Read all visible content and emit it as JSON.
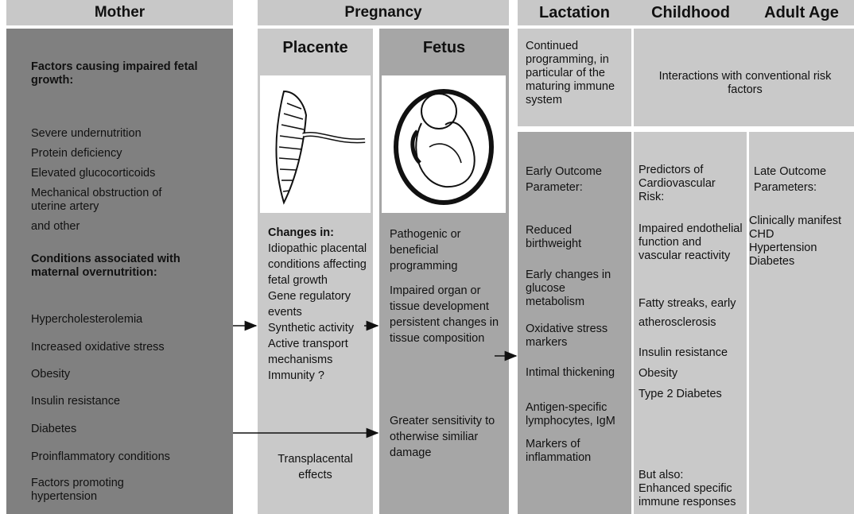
{
  "headers": {
    "mother": "Mother",
    "pregnancy": "Pregnancy",
    "lactation": "Lactation",
    "childhood": "Childhood",
    "adult": "Adult Age"
  },
  "mother": {
    "title1": "Factors causing impaired fetal growth:",
    "list1": [
      "Severe undernutrition",
      "Protein deficiency",
      "Elevated glucocorticoids",
      "Mechanical obstruction of uterine artery",
      "and other"
    ],
    "title2": "Conditions associated with maternal overnutrition:",
    "list2": [
      "Hypercholesterolemia",
      "Increased oxidative stress",
      "Obesity",
      "Insulin resistance",
      "Diabetes",
      "Proinflammatory conditions",
      "Factors promoting hypertension"
    ]
  },
  "placenta": {
    "title": "Placente",
    "changes_title": "Changes in:",
    "changes": "Idiopathic placental conditions affecting fetal growth\nGene regulatory events\nSynthetic activity\nActive transport mechanisms\nImmunity ?",
    "transplacental": "Transplacental effects"
  },
  "fetus": {
    "title": "Fetus",
    "p1": "Pathogenic or beneficial programming",
    "p2": "Impaired organ or tissue development persistent changes in tissue composition",
    "p3": "Greater sensitivity to otherwise similiar damage"
  },
  "lactation": {
    "top": "Continued programming, in particular of the maturing immune system",
    "outcome_title": "Early Outcome Parameter:",
    "items": [
      "Reduced birthweight",
      "Early changes in  glucose metabolism",
      "Oxidative stress markers",
      "Intimal thickening",
      "Antigen-specific lymphocytes, IgM",
      "Markers of inflammation"
    ]
  },
  "interactions": "Interactions with conventional risk factors",
  "childhood": {
    "title": "Predictors of Cardiovascular Risk:",
    "items": [
      "Impaired endothelial function and vascular reactivity",
      "Fatty streaks, early atherosclerosis",
      "Insulin resistance",
      "Obesity",
      "Type 2 Diabetes"
    ],
    "also": "But also:\nEnhanced specific immune responses"
  },
  "adult": {
    "title": "Late Outcome Parameters:",
    "items": "Clinically manifest\n CHD\n Hypertension\n Diabetes"
  },
  "colors": {
    "dark": "#808080",
    "mid": "#a6a6a6",
    "light": "#c9c9c9",
    "header": "#c8c8c8"
  },
  "icons": [
    "placenta-illustration",
    "fetus-illustration"
  ]
}
